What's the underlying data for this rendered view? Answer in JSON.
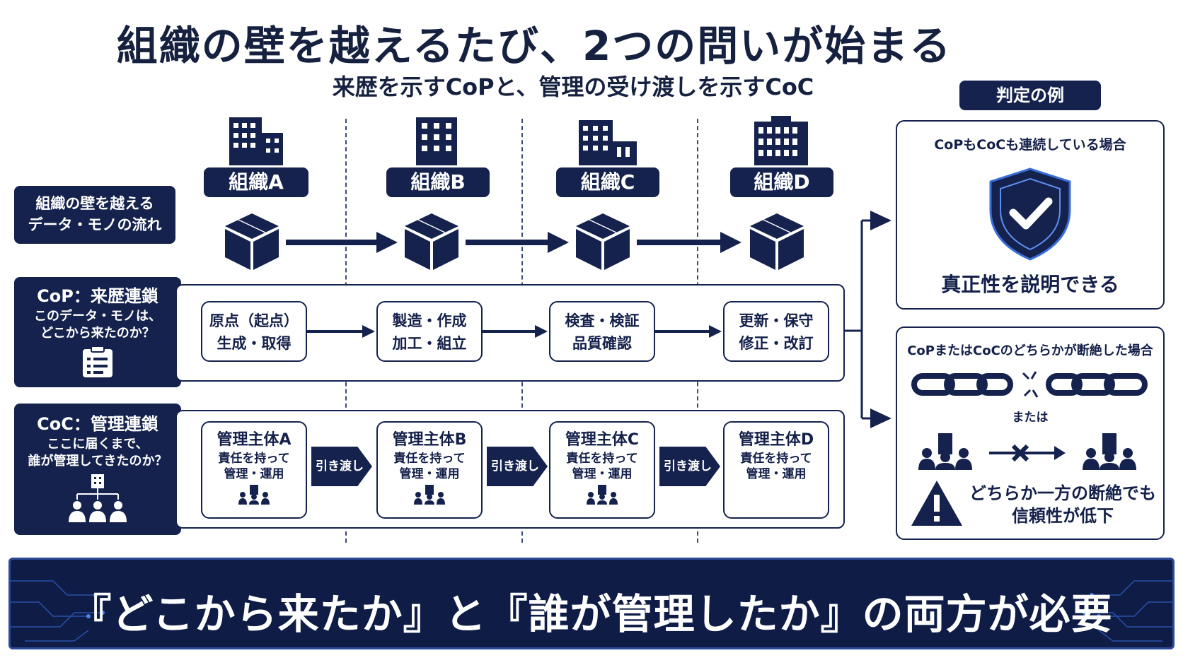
{
  "title": "組織の壁を越えるたび、2つの問いが始まる",
  "subtitle": "来歴を示すCoPと、管理の受け渡しを示すCoC",
  "left_labels": {
    "flow": [
      "組織の壁を越える",
      "データ・モノの流れ"
    ],
    "cop": {
      "heading": "CoP：来歴連鎖",
      "question1": "このデータ・モノは、",
      "question2": "どこから来たのか？"
    },
    "coc": {
      "heading": "CoC：管理連鎖",
      "question1": "ここに届くまで、",
      "question2": "誰が管理してきたのか？"
    }
  },
  "organizations": [
    "組織A",
    "組織B",
    "組織C",
    "組織D"
  ],
  "cop_steps": [
    {
      "line1": "原点（起点）",
      "line2": "生成・取得"
    },
    {
      "line1": "製造・作成",
      "line2": "加工・組立"
    },
    {
      "line1": "検査・検証",
      "line2": "品質確認"
    },
    {
      "line1": "更新・保守",
      "line2": "修正・改訂"
    }
  ],
  "coc_steps": [
    {
      "title": "管理主体A",
      "line1": "責任を持って",
      "line2": "管理・運用"
    },
    {
      "title": "管理主体B",
      "line1": "責任を持って",
      "line2": "管理・運用"
    },
    {
      "title": "管理主体C",
      "line1": "責任を持って",
      "line2": "管理・運用"
    },
    {
      "title": "管理主体D",
      "line1": "責任を持って",
      "line2": "管理・運用"
    }
  ],
  "handoff_label": "引き渡し",
  "judgement": {
    "header": "判定の例",
    "good": {
      "condition": "CoPもCoCも連続している場合",
      "result": "真正性を説明できる"
    },
    "bad": {
      "condition": "CoPまたはCoCのどちらかが断絶した場合",
      "or": "または",
      "result1": "どちらか一方の断絶でも",
      "result2": "信頼性が低下"
    }
  },
  "bottom_message": "『どこから来たか』と『誰が管理したか』の両方が必要",
  "colors": {
    "navy": "#15224d",
    "bottom_bg": "#0f1c46",
    "accent_blue": "#2e4b9a"
  }
}
